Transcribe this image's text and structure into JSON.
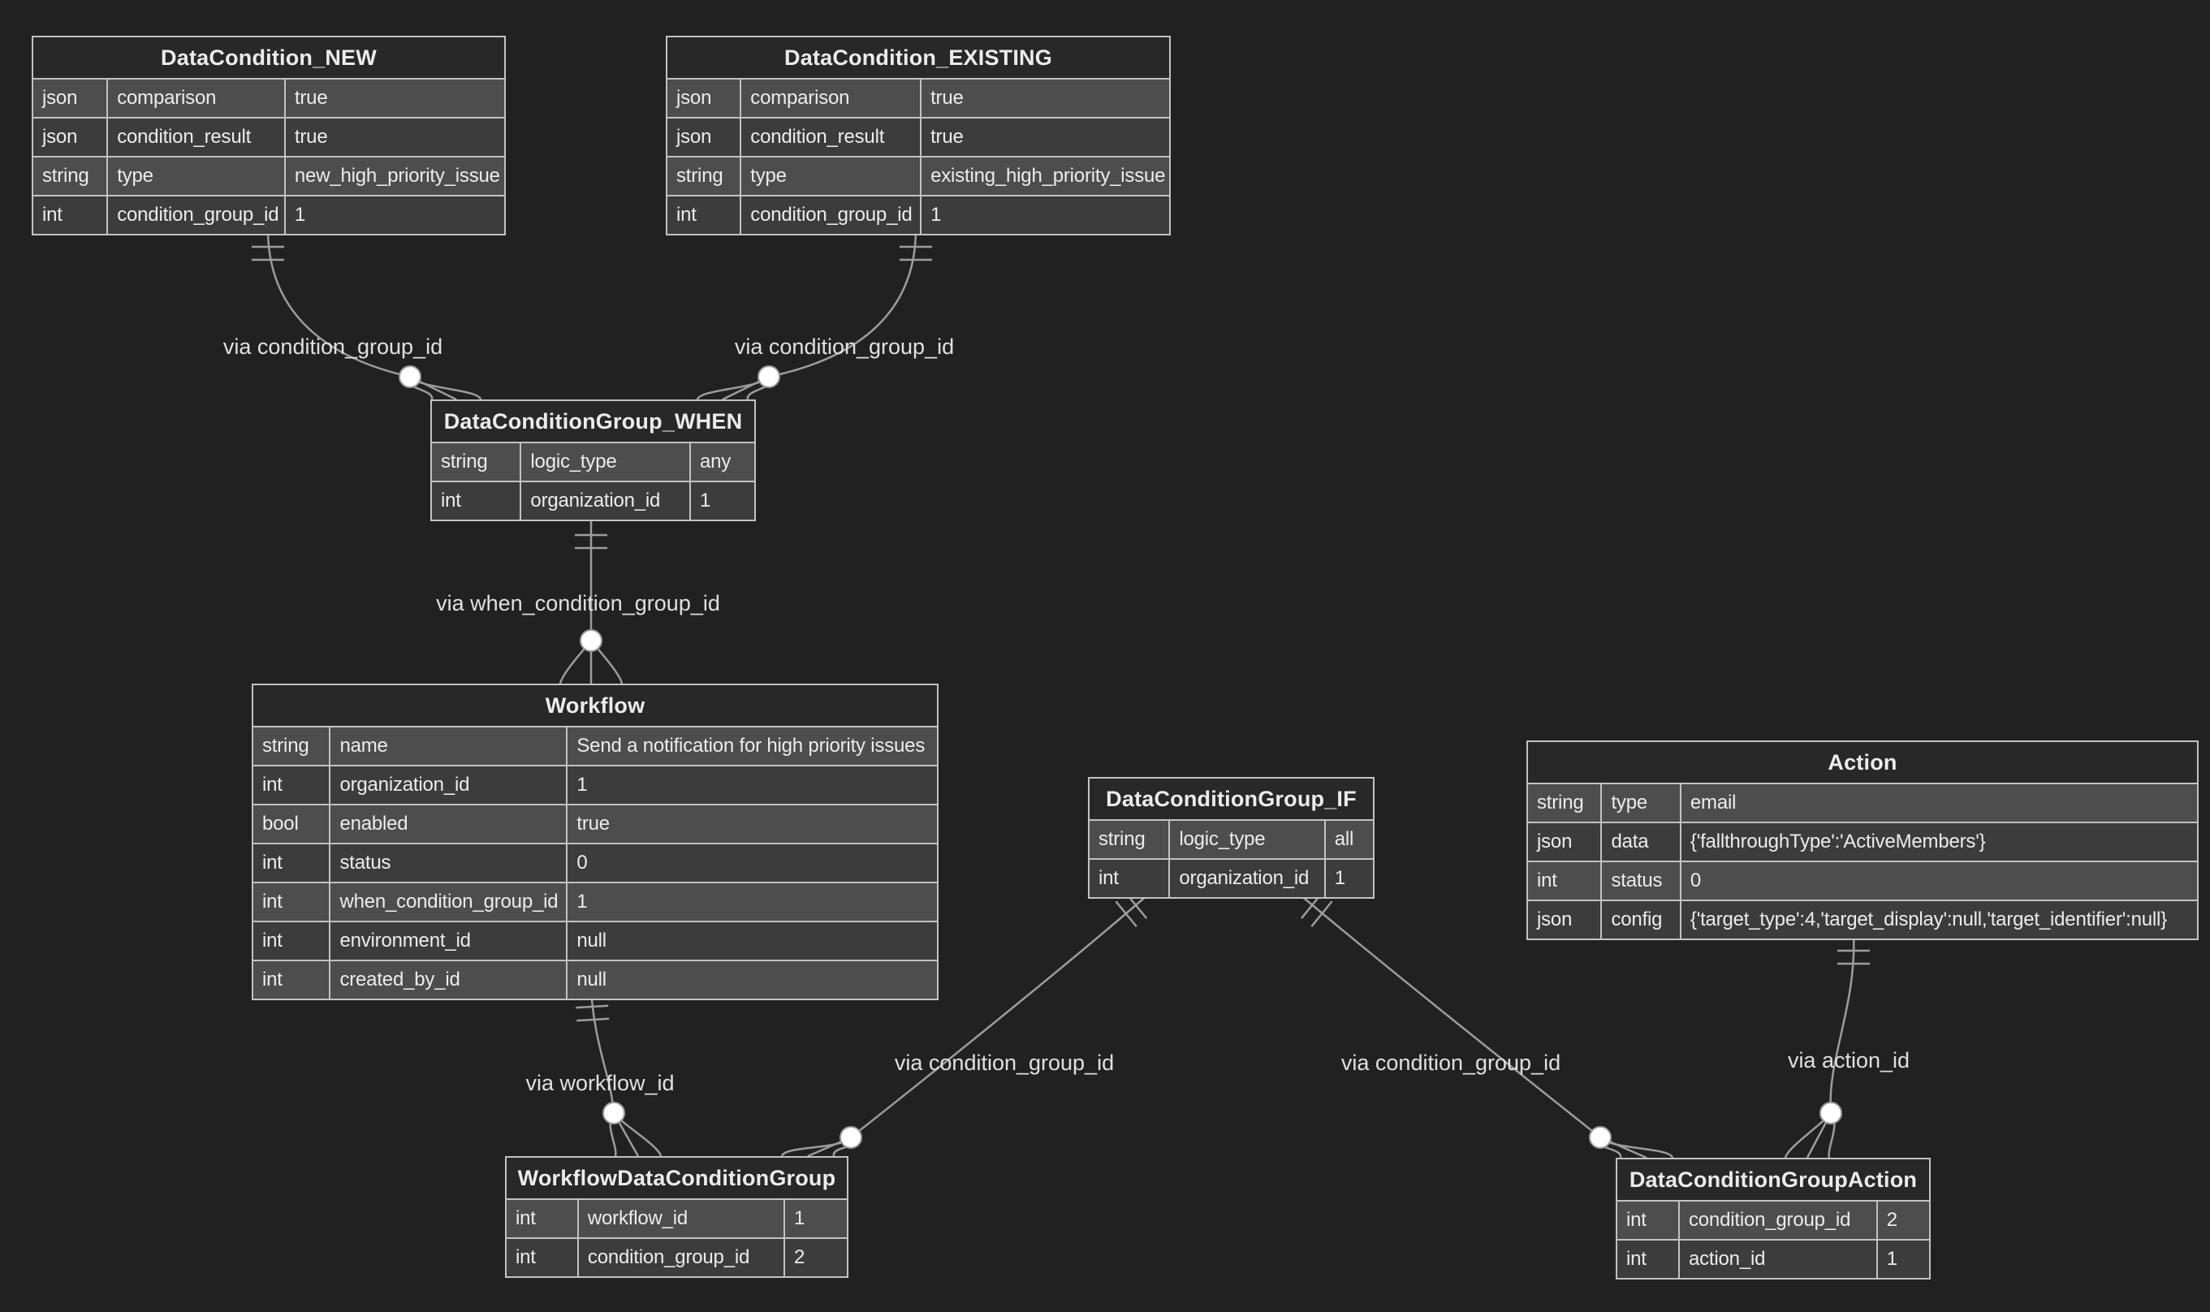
{
  "diagram": {
    "title": "Workflow ER diagram",
    "colors": {
      "background": "#212121",
      "entity_title_fill": "#282828",
      "row_odd_fill": "#4d4d4d",
      "row_even_fill": "#3c3c3c",
      "border": "#c2c2c2",
      "text": "#ececec",
      "edge": "#9c9c9c",
      "cardinality_circle_fill": "#ffffff"
    },
    "entities": [
      {
        "id": "DataCondition_NEW",
        "title": "DataCondition_NEW",
        "rows": [
          {
            "type": "json",
            "attr": "comparison",
            "value": "true"
          },
          {
            "type": "json",
            "attr": "condition_result",
            "value": "true"
          },
          {
            "type": "string",
            "attr": "type",
            "value": "new_high_priority_issue"
          },
          {
            "type": "int",
            "attr": "condition_group_id",
            "value": "1"
          }
        ]
      },
      {
        "id": "DataCondition_EXISTING",
        "title": "DataCondition_EXISTING",
        "rows": [
          {
            "type": "json",
            "attr": "comparison",
            "value": "true"
          },
          {
            "type": "json",
            "attr": "condition_result",
            "value": "true"
          },
          {
            "type": "string",
            "attr": "type",
            "value": "existing_high_priority_issue"
          },
          {
            "type": "int",
            "attr": "condition_group_id",
            "value": "1"
          }
        ]
      },
      {
        "id": "DataConditionGroup_WHEN",
        "title": "DataConditionGroup_WHEN",
        "rows": [
          {
            "type": "string",
            "attr": "logic_type",
            "value": "any"
          },
          {
            "type": "int",
            "attr": "organization_id",
            "value": "1"
          }
        ]
      },
      {
        "id": "Workflow",
        "title": "Workflow",
        "rows": [
          {
            "type": "string",
            "attr": "name",
            "value": "Send a notification for high priority issues"
          },
          {
            "type": "int",
            "attr": "organization_id",
            "value": "1"
          },
          {
            "type": "bool",
            "attr": "enabled",
            "value": "true"
          },
          {
            "type": "int",
            "attr": "status",
            "value": "0"
          },
          {
            "type": "int",
            "attr": "when_condition_group_id",
            "value": "1"
          },
          {
            "type": "int",
            "attr": "environment_id",
            "value": "null"
          },
          {
            "type": "int",
            "attr": "created_by_id",
            "value": "null"
          }
        ]
      },
      {
        "id": "DataConditionGroup_IF",
        "title": "DataConditionGroup_IF",
        "rows": [
          {
            "type": "string",
            "attr": "logic_type",
            "value": "all"
          },
          {
            "type": "int",
            "attr": "organization_id",
            "value": "1"
          }
        ]
      },
      {
        "id": "Action",
        "title": "Action",
        "rows": [
          {
            "type": "string",
            "attr": "type",
            "value": "email"
          },
          {
            "type": "json",
            "attr": "data",
            "value": "{'fallthroughType':'ActiveMembers'}"
          },
          {
            "type": "int",
            "attr": "status",
            "value": "0"
          },
          {
            "type": "json",
            "attr": "config",
            "value": "{'target_type':4,'target_display':null,'target_identifier':null}"
          }
        ]
      },
      {
        "id": "WorkflowDataConditionGroup",
        "title": "WorkflowDataConditionGroup",
        "rows": [
          {
            "type": "int",
            "attr": "workflow_id",
            "value": "1"
          },
          {
            "type": "int",
            "attr": "condition_group_id",
            "value": "2"
          }
        ]
      },
      {
        "id": "DataConditionGroupAction",
        "title": "DataConditionGroupAction",
        "rows": [
          {
            "type": "int",
            "attr": "condition_group_id",
            "value": "2"
          },
          {
            "type": "int",
            "attr": "action_id",
            "value": "1"
          }
        ]
      }
    ],
    "relationships": [
      {
        "id": "e1",
        "from": "DataCondition_NEW",
        "to": "DataConditionGroup_WHEN",
        "label": "via condition_group_id",
        "from_cardinality": "exactly-one",
        "to_cardinality": "zero-or-many"
      },
      {
        "id": "e2",
        "from": "DataCondition_EXISTING",
        "to": "DataConditionGroup_WHEN",
        "label": "via condition_group_id",
        "from_cardinality": "exactly-one",
        "to_cardinality": "zero-or-many"
      },
      {
        "id": "e3",
        "from": "DataConditionGroup_WHEN",
        "to": "Workflow",
        "label": "via when_condition_group_id",
        "from_cardinality": "exactly-one",
        "to_cardinality": "zero-or-many"
      },
      {
        "id": "e4",
        "from": "Workflow",
        "to": "WorkflowDataConditionGroup",
        "label": "via workflow_id",
        "from_cardinality": "exactly-one",
        "to_cardinality": "zero-or-many"
      },
      {
        "id": "e5",
        "from": "DataConditionGroup_IF",
        "to": "WorkflowDataConditionGroup",
        "label": "via condition_group_id",
        "from_cardinality": "exactly-one",
        "to_cardinality": "zero-or-many"
      },
      {
        "id": "e6",
        "from": "DataConditionGroup_IF",
        "to": "DataConditionGroupAction",
        "label": "via condition_group_id",
        "from_cardinality": "exactly-one",
        "to_cardinality": "zero-or-many"
      },
      {
        "id": "e7",
        "from": "Action",
        "to": "DataConditionGroupAction",
        "label": "via action_id",
        "from_cardinality": "exactly-one",
        "to_cardinality": "zero-or-many"
      }
    ]
  }
}
